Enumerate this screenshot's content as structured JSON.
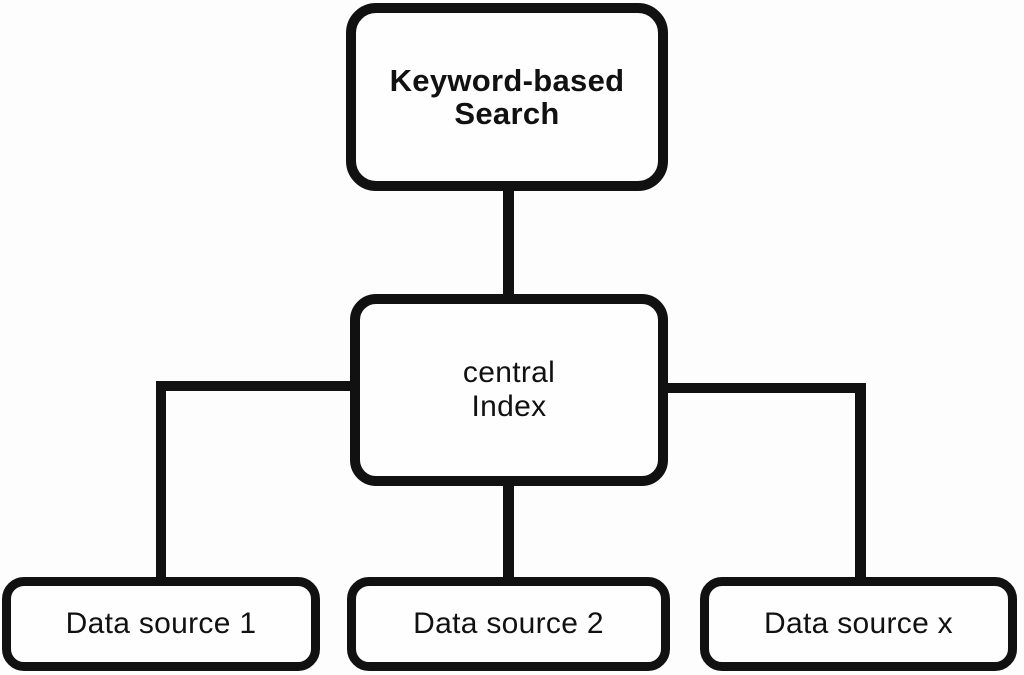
{
  "diagram": {
    "type": "hierarchy",
    "colors": {
      "background": "#fdfdfd",
      "stroke": "#111111",
      "node_fill": "#fefefe"
    },
    "nodes": {
      "keyword_search": {
        "label": "Keyword-based\nSearch"
      },
      "central_index": {
        "label": "central\nIndex"
      },
      "data_source_1": {
        "label": "Data source 1"
      },
      "data_source_2": {
        "label": "Data source 2"
      },
      "data_source_x": {
        "label": "Data source x"
      }
    },
    "edges": [
      {
        "from": "Keyword-based Search",
        "to": "central Index"
      },
      {
        "from": "central Index",
        "to": "Data source 1"
      },
      {
        "from": "central Index",
        "to": "Data source 2"
      },
      {
        "from": "central Index",
        "to": "Data source x"
      }
    ]
  }
}
